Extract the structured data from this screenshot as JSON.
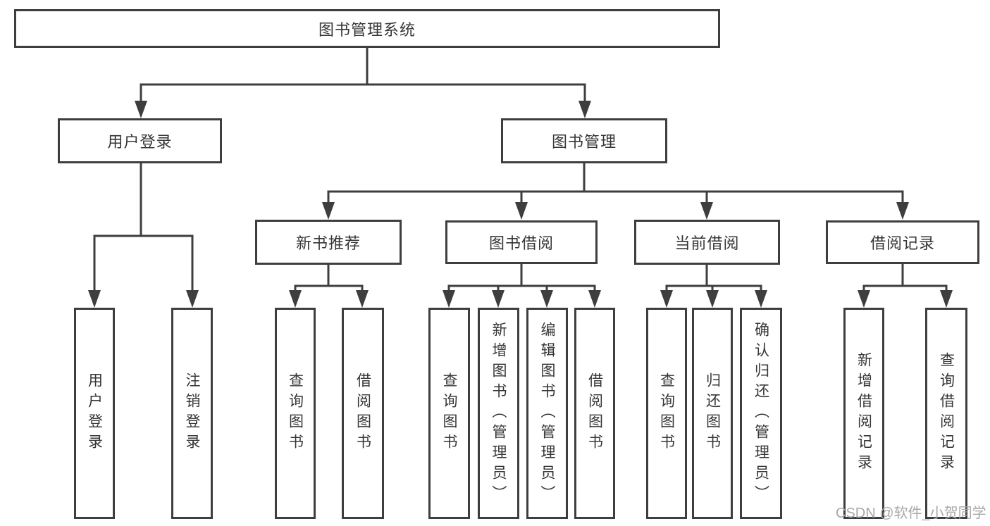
{
  "colors": {
    "line": "#3e3e3e",
    "text": "#363636",
    "watermark": "#a8a8a8",
    "bg": "#ffffff"
  },
  "watermark": "CSDN @软件_小贺同学",
  "tree": {
    "label": "图书管理系统",
    "children": [
      {
        "label": "用户登录",
        "children": [
          {
            "label": "用户登录"
          },
          {
            "label": "注销登录"
          }
        ]
      },
      {
        "label": "图书管理",
        "children": [
          {
            "label": "新书推荐",
            "children": [
              {
                "label": "查询图书"
              },
              {
                "label": "借阅图书"
              }
            ]
          },
          {
            "label": "图书借阅",
            "children": [
              {
                "label": "查询图书"
              },
              {
                "label": "新增图书（管理员）"
              },
              {
                "label": "编辑图书（管理员）"
              },
              {
                "label": "借阅图书"
              }
            ]
          },
          {
            "label": "当前借阅",
            "children": [
              {
                "label": "查询图书"
              },
              {
                "label": "归还图书"
              },
              {
                "label": "确认归还（管理员）"
              }
            ]
          },
          {
            "label": "借阅记录",
            "children": [
              {
                "label": "新增借阅记录"
              },
              {
                "label": "查询借阅记录"
              }
            ]
          }
        ]
      }
    ]
  }
}
